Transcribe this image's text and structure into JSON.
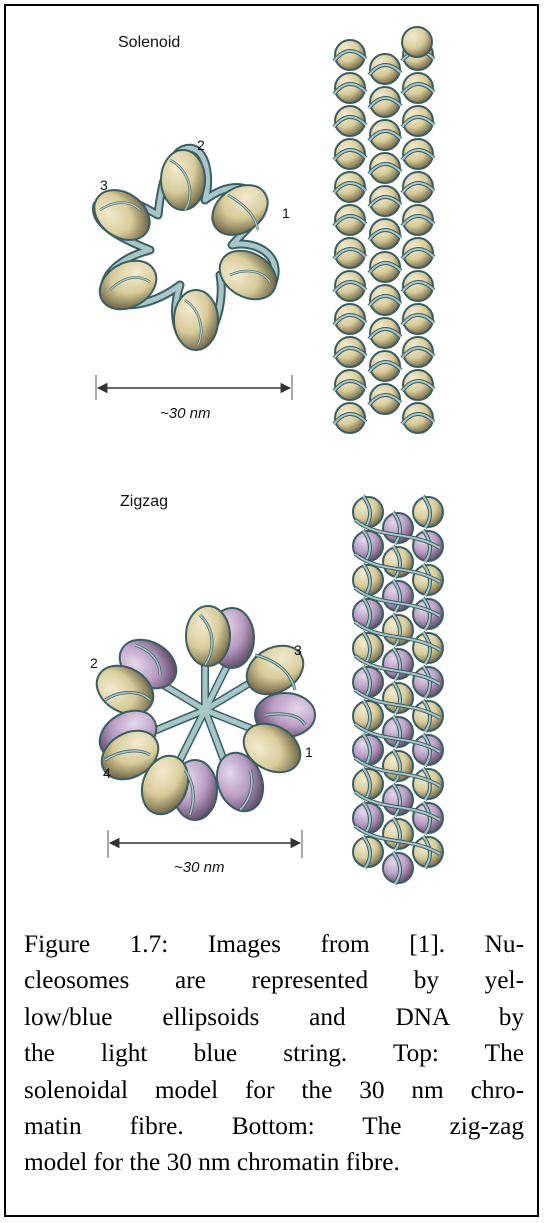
{
  "figure": {
    "solenoid": {
      "label": "Solenoid",
      "top_view_numbers": [
        "1",
        "2",
        "3"
      ],
      "dimension": "~30 nm"
    },
    "zigzag": {
      "label": "Zigzag",
      "top_view_numbers": [
        "1",
        "2",
        "3",
        "4"
      ],
      "dimension": "~30 nm"
    },
    "colors": {
      "nucleosome_yellow": "#d8cc9a",
      "nucleosome_purple": "#b89cc2",
      "dna_string": "#a7c6c8",
      "dna_outline": "#3b5e63"
    }
  },
  "caption": {
    "lines": [
      "Figure 1.7:  Images from [1].   Nu-",
      "cleosomes are represented by yel-",
      "low/blue ellipsoids and DNA by",
      "the light blue string.   Top:  The",
      "solenoidal model for the 30 nm chro-",
      "matin fibre.  Bottom: The zig-zag",
      "model for the 30 nm chromatin fibre."
    ]
  }
}
